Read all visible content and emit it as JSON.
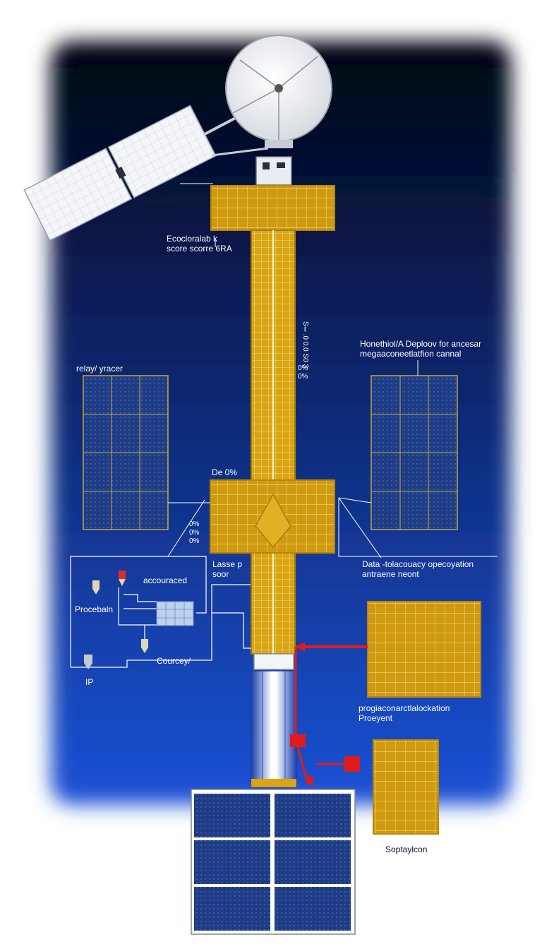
{
  "colors": {
    "space_top": "#02040f",
    "space_bottom": "#1646c7",
    "truss_gold": "#d9a514",
    "truss_line": "#fff0a0",
    "panel_blue": "#1e3d86",
    "panel_white": "#f3f5f8",
    "signal_red": "#e01b1b",
    "label_dark": "#0b1030",
    "label_light": "#ffffff"
  },
  "icons": [
    "dish-antenna-icon",
    "solar-array-icon",
    "relay-icon",
    "processor-chip-icon",
    "sensor-icon"
  ],
  "labels": {
    "earth_antenna": [
      "Earth",
      "antenna"
    ],
    "eco_score": [
      "Ecocloralab k",
      "score scorre  6RA"
    ],
    "vertical_readout": "Sℓ.0 0.0 S0 3",
    "readout_pct_top": [
      "0%",
      "0%"
    ],
    "relay_tracer": "relay/ yracer",
    "deploy_note": [
      "Honethiol/A Deploov for ancesar",
      "megaaconeetlatfion cannal"
    ],
    "de_pct": "De 0%",
    "pct_left": [
      "0%",
      "0%",
      "0%"
    ],
    "laser_sensor": [
      "Lasse p",
      "soor"
    ],
    "data_occupancy": [
      "Data -tolacouacy opecoyation",
      "antraene neont"
    ],
    "accouraced": "accouraced",
    "processor": "Procebaln",
    "courcey": "Courcey/",
    "ip": "IP",
    "propagation": [
      "progiaconarctlalockation",
      "Proeyent"
    ],
    "sopt_icon": "Soptaylcon"
  }
}
